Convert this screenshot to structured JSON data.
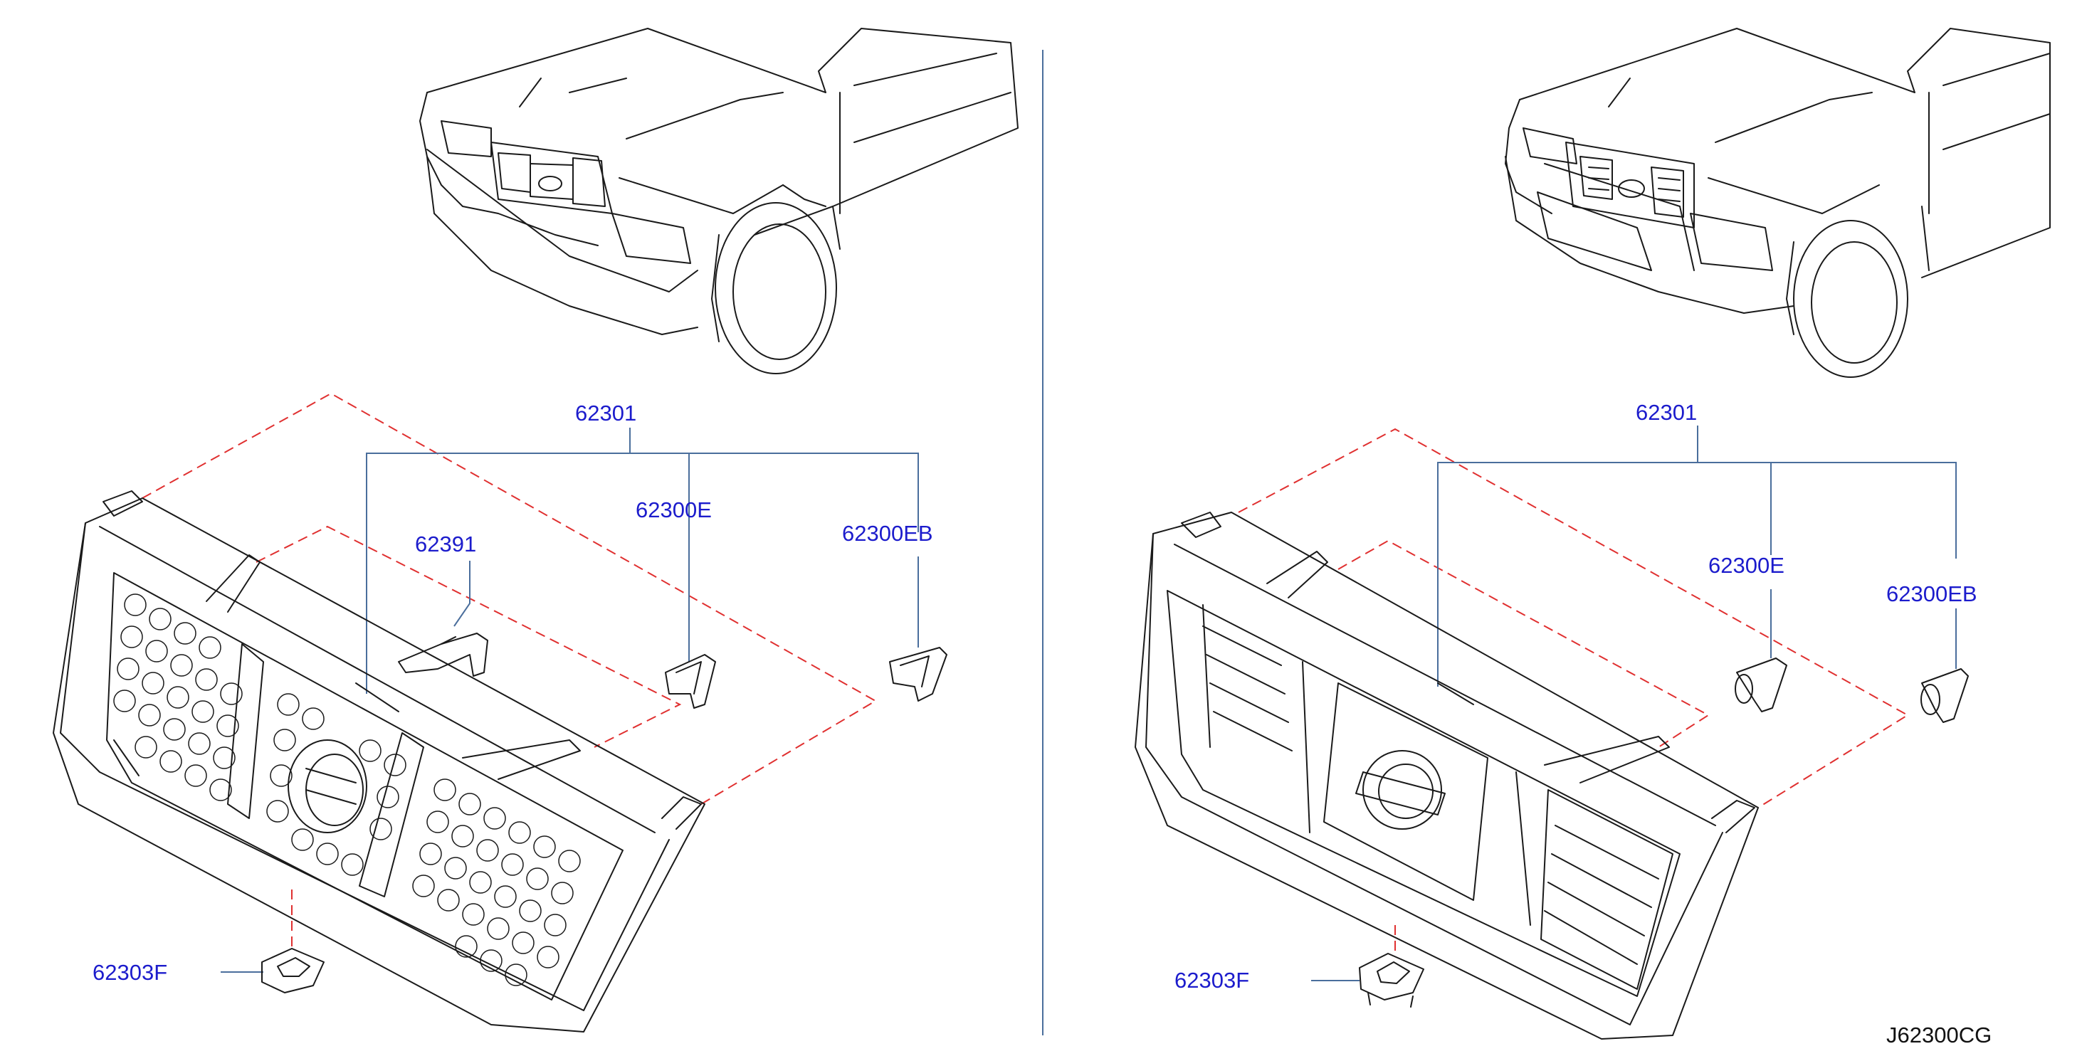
{
  "left_panel": {
    "labels": {
      "grille_assembly": "62301",
      "bracket": "62391",
      "clip_e": "62300E",
      "clip_eb": "62300EB",
      "clip_f": "62303F"
    }
  },
  "right_panel": {
    "labels": {
      "grille_assembly": "62301",
      "clip_e": "62300E",
      "clip_eb": "62300EB",
      "clip_f": "62303F"
    }
  },
  "reference_code": "J62300CG",
  "colors": {
    "label_text": "#1c1ccc",
    "leader_line": "#4a6e9c",
    "dashed_guide": "#e03030",
    "outline": "#1a1a1a"
  }
}
